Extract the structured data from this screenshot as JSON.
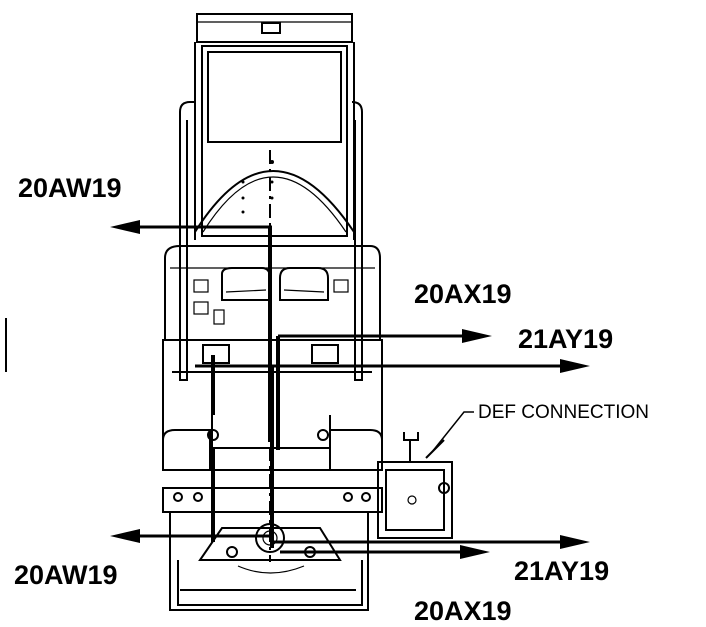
{
  "labels": {
    "top_left": "20AW19",
    "mid_right_upper": "20AX19",
    "mid_right_lower": "21AY19",
    "bottom_left": "20AW19",
    "bottom_right_upper": "21AY19",
    "bottom_right_lower": "20AX19",
    "def_connection": "DEF CONNECTION"
  },
  "colors": {
    "line": "#000000",
    "background": "#ffffff"
  }
}
